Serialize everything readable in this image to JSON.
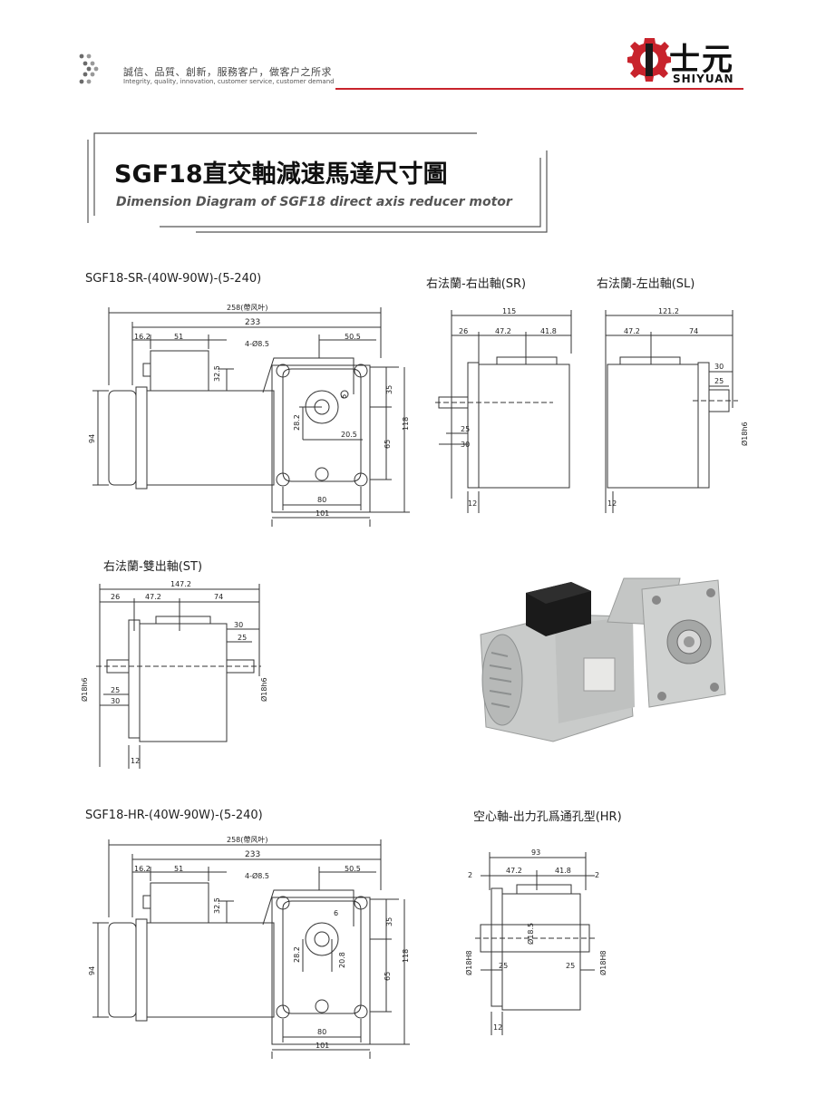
{
  "header": {
    "slogan_cn": "誠信、品質、創新，服務客户，做客户之所求",
    "slogan_en": "Integrity, quality, innovation, customer service, customer demand",
    "brand_cn": "士元",
    "brand_en": "SHIYUAN",
    "brand_color": "#c8232c"
  },
  "title": {
    "main": "SGF18直交軸減速馬達尺寸圖",
    "sub": "Dimension Diagram of SGF18 direct axis reducer motor"
  },
  "sections": {
    "sr_model": "SGF18-SR-(40W-90W)-(5-240)",
    "sr_view": "右法蘭-右出軸(SR)",
    "sl_view": "右法蘭-左出軸(SL)",
    "st_view": "右法蘭-雙出軸(ST)",
    "hr_model": "SGF18-HR-(40W-90W)-(5-240)",
    "hr_view": "空心軸-出力孔爲通孔型(HR)"
  },
  "dims_main_sr": {
    "d258": "258(帶风叶)",
    "d233": "233",
    "d162": "16.2",
    "d51": "51",
    "holes": "4-Ø8.5",
    "d505": "50.5",
    "d325": "32.5",
    "d35": "35",
    "d6": "6",
    "d282": "28.2",
    "d205": "20.5",
    "d118": "118",
    "d65": "65",
    "d94": "94",
    "d80": "80",
    "d101": "101"
  },
  "dims_main_hr": {
    "d258": "258(帶风叶)",
    "d233": "233",
    "d162": "16.2",
    "d51": "51",
    "holes": "4-Ø8.5",
    "d505": "50.5",
    "d325": "32.5",
    "d35": "35",
    "d6": "6",
    "d282": "28.2",
    "d208": "20.8",
    "d118": "118",
    "d65": "65",
    "d94": "94",
    "d80": "80",
    "d101": "101"
  },
  "dims_sr": {
    "d115": "115",
    "d26": "26",
    "d472": "47.2",
    "d418": "41.8",
    "d25": "25",
    "d30": "30",
    "d12": "12"
  },
  "dims_sl": {
    "d1212": "121.2",
    "d472": "47.2",
    "d74": "74",
    "d30": "30",
    "d25": "25",
    "d18h6": "Ø18h6",
    "d12": "12"
  },
  "dims_st": {
    "d1472": "147.2",
    "d26": "26",
    "d472": "47.2",
    "d74": "74",
    "d30a": "30",
    "d25a": "25",
    "d18h6a": "Ø18h6",
    "d18h6b": "Ø18h6",
    "d25b": "25",
    "d30b": "30",
    "d12": "12"
  },
  "dims_hr": {
    "d93": "93",
    "d2a": "2",
    "d472": "47.2",
    "d418": "41.8",
    "d2b": "2",
    "d185": "Ø18.5",
    "d18h8a": "Ø18H8",
    "d18h8b": "Ø18H8",
    "d25a": "25",
    "d25b": "25",
    "d12": "12"
  },
  "colors": {
    "accent": "#c8232c",
    "motor_body": "#c9cbca",
    "motor_dark": "#8d9090",
    "terminal_box": "#1a1a1a"
  }
}
